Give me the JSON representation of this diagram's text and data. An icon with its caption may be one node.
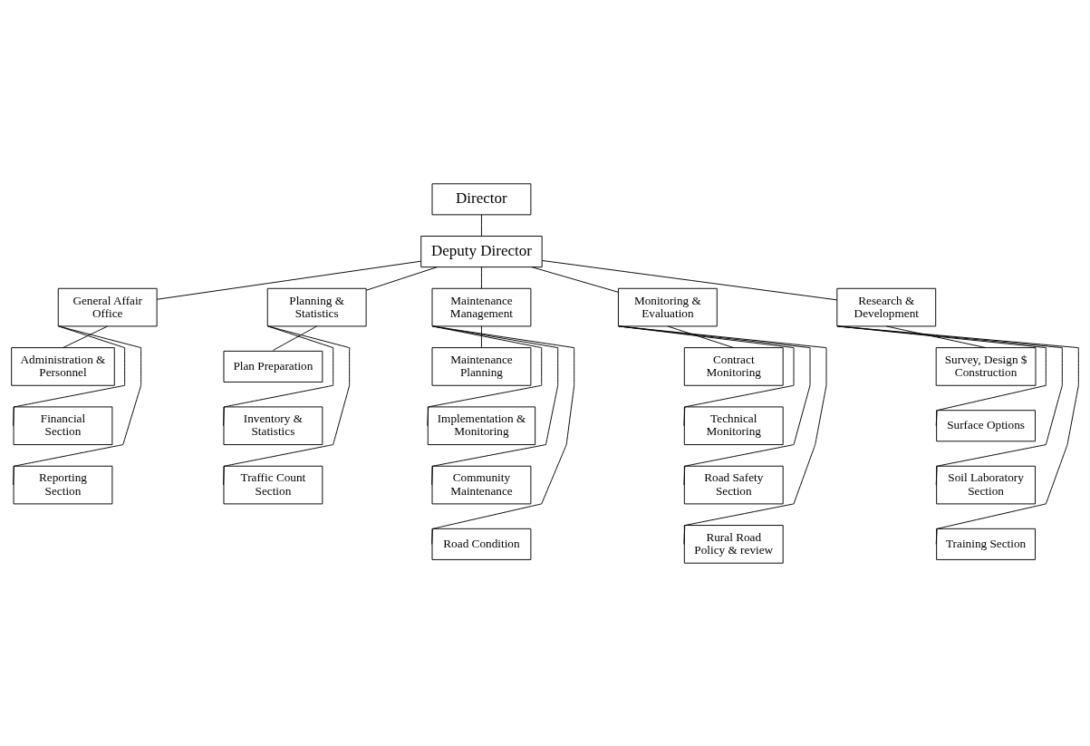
{
  "diagram": {
    "nodes": [
      {
        "text": [
          "Director"
        ]
      },
      {
        "text": [
          "Deputy Director"
        ]
      },
      {
        "text": [
          "General Affair Office"
        ]
      },
      {
        "text": [
          "Planning & Statistics"
        ]
      },
      {
        "text": [
          "Maintenance Management"
        ]
      },
      {
        "text": [
          "Monitoring & Evaluation"
        ]
      },
      {
        "text": [
          "Research & Development"
        ]
      },
      {
        "text": [
          "Administration & Personnel"
        ]
      },
      {
        "text": [
          "Financial Section"
        ]
      },
      {
        "text": [
          "Reporting Section"
        ]
      },
      {
        "text": [
          "Plan Preparation"
        ]
      },
      {
        "text": [
          "Inventory & Statistics"
        ]
      },
      {
        "text": [
          "Traffic Count Section"
        ]
      },
      {
        "text": [
          "Maintenance Planning"
        ]
      },
      {
        "text": [
          "Implementation & Monitoring"
        ]
      },
      {
        "text": [
          "Community Maintenance"
        ]
      },
      {
        "text": [
          "Road Condition"
        ]
      },
      {
        "text": [
          "Contract Monitoring"
        ]
      },
      {
        "text": [
          "Technical Monitoring"
        ]
      },
      {
        "text": [
          "Road Safety Section"
        ]
      },
      {
        "text": [
          "Rural Road Policy & review"
        ]
      },
      {
        "text": [
          "Survey, Design $ Construction"
        ]
      },
      {
        "text": [
          "Surface Options"
        ]
      },
      {
        "text": [
          "Soil Laboratory Section"
        ]
      },
      {
        "text": [
          "Training Section"
        ]
      }
    ],
    "edges": [
      {
        "from": 0,
        "to": 1,
        "arrow": "none"
      },
      {
        "from": 1,
        "to": 2,
        "arrow": "none"
      },
      {
        "from": 1,
        "to": 3,
        "arrow": "none"
      },
      {
        "from": 1,
        "to": 4,
        "arrow": "none"
      },
      {
        "from": 1,
        "to": 5,
        "arrow": "none"
      },
      {
        "from": 1,
        "to": 6,
        "arrow": "none"
      },
      {
        "from": 2,
        "to": 7,
        "arrow": "none"
      },
      {
        "from": 2,
        "to": 8,
        "arrow": "none"
      },
      {
        "from": 2,
        "to": 9,
        "arrow": "none"
      },
      {
        "from": 3,
        "to": 10,
        "arrow": "none"
      },
      {
        "from": 3,
        "to": 11,
        "arrow": "none"
      },
      {
        "from": 3,
        "to": 12,
        "arrow": "none"
      },
      {
        "from": 4,
        "to": 13,
        "arrow": "none"
      },
      {
        "from": 4,
        "to": 14,
        "arrow": "none"
      },
      {
        "from": 4,
        "to": 15,
        "arrow": "none"
      },
      {
        "from": 4,
        "to": 16,
        "arrow": "none"
      },
      {
        "from": 5,
        "to": 17,
        "arrow": "none"
      },
      {
        "from": 5,
        "to": 18,
        "arrow": "none"
      },
      {
        "from": 5,
        "to": 19,
        "arrow": "none"
      },
      {
        "from": 5,
        "to": 20,
        "arrow": "none"
      },
      {
        "from": 6,
        "to": 21,
        "arrow": "none"
      },
      {
        "from": 6,
        "to": 22,
        "arrow": "none"
      },
      {
        "from": 6,
        "to": 23,
        "arrow": "none"
      },
      {
        "from": 6,
        "to": 24,
        "arrow": "none"
      }
    ]
  }
}
